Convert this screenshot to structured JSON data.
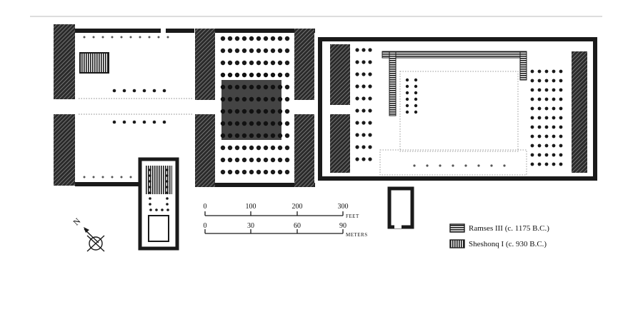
{
  "compass": {
    "label": "N"
  },
  "scale_feet": {
    "unit": "FEET",
    "ticks": [
      "0",
      "100",
      "200",
      "300"
    ]
  },
  "scale_meters": {
    "unit": "METERS",
    "ticks": [
      "0",
      "30",
      "60",
      "90"
    ]
  },
  "legend": {
    "items": [
      {
        "label": "Ramses III (c. 1175 B.C.)",
        "pattern": "horizontal-hatch"
      },
      {
        "label": "Sheshonq I (c. 930 B.C.)",
        "pattern": "vertical-hatch"
      }
    ]
  },
  "colors": {
    "ink": "#1a1a1a",
    "background": "#ffffff"
  }
}
